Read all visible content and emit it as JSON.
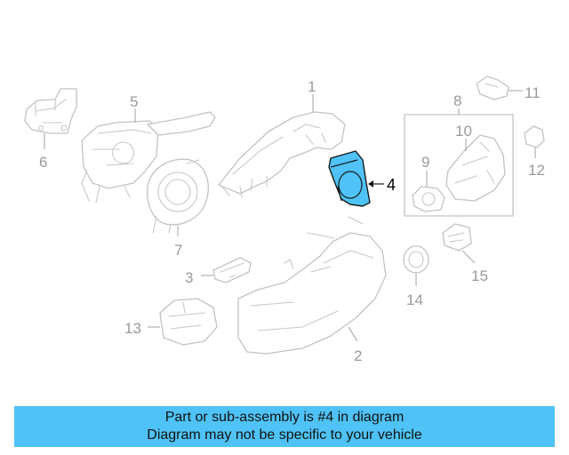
{
  "diagram": {
    "callouts": {
      "c1": "1",
      "c2": "2",
      "c3": "3",
      "c4": "4",
      "c5": "5",
      "c6": "6",
      "c7": "7",
      "c8": "8",
      "c9": "9",
      "c10": "10",
      "c11": "11",
      "c12": "12",
      "c13": "13",
      "c14": "14",
      "c15": "15"
    },
    "highlighted_part": "4",
    "highlight_color": "#4fc3f7",
    "outline_color": "#c3c3c3"
  },
  "banner": {
    "line1": "Part or sub-assembly is #4 in diagram",
    "line2": "Diagram may not be specific to your vehicle",
    "background": "#4fc3f7"
  }
}
